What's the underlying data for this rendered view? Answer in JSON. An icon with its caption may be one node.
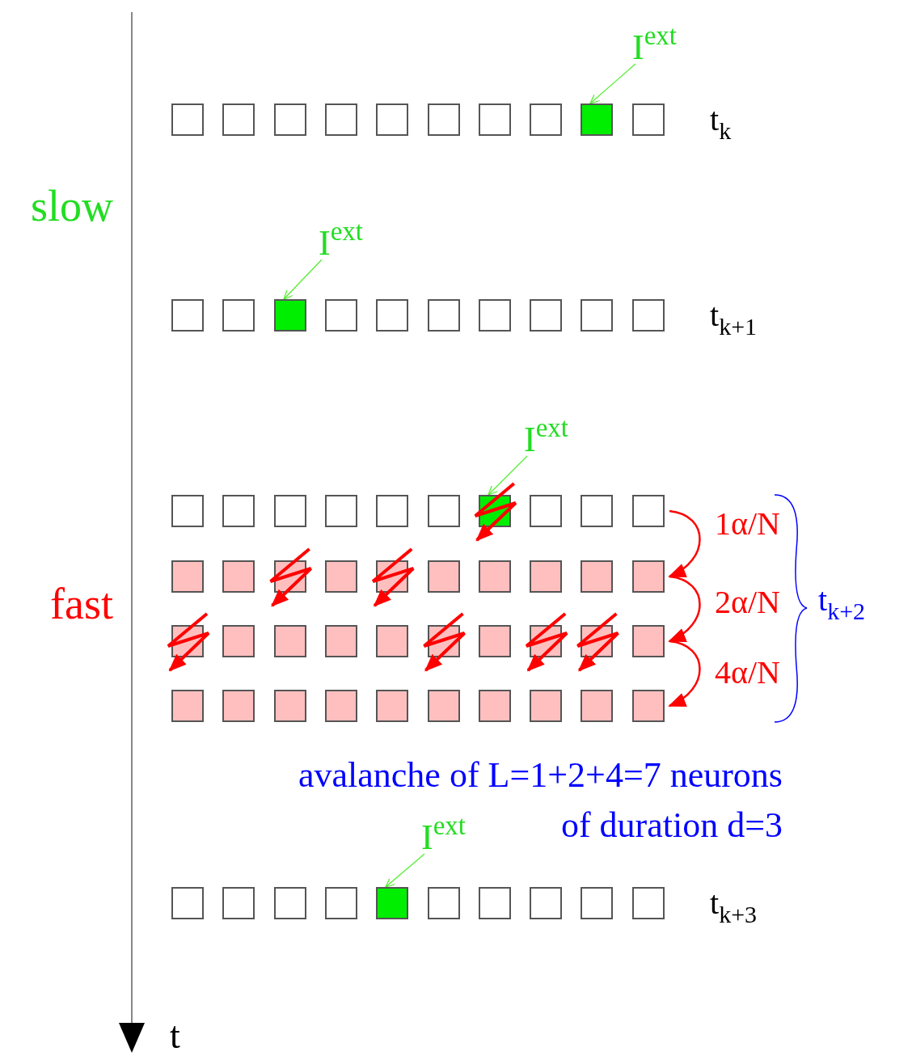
{
  "diagram": {
    "nodes": [
      {
        "text": [
          "I$^{ext}$"
        ]
      },
      {
        "text": [],
        "shape": "box"
      },
      {
        "text": [],
        "shape": "box"
      },
      {
        "text": [],
        "shape": "box"
      },
      {
        "text": [],
        "shape": "box"
      },
      {
        "text": [],
        "shape": "box"
      },
      {
        "text": [],
        "shape": "box"
      },
      {
        "text": [],
        "shape": "box"
      },
      {
        "text": [],
        "shape": "box"
      },
      {
        "text": [],
        "shape": "box"
      },
      {
        "text": [],
        "shape": "box"
      },
      {
        "text": [
          "I$^{ext}$"
        ]
      },
      {
        "text": [],
        "shape": "box"
      },
      {
        "text": [],
        "shape": "box"
      },
      {
        "text": [],
        "shape": "box"
      },
      {
        "text": [],
        "shape": "box"
      },
      {
        "text": [],
        "shape": "box"
      },
      {
        "text": [],
        "shape": "box"
      },
      {
        "text": [],
        "shape": "box"
      },
      {
        "text": [],
        "shape": "box"
      },
      {
        "text": [],
        "shape": "box"
      },
      {
        "text": [],
        "shape": "box"
      },
      {
        "text": [
          "I$^{ext}$"
        ]
      },
      {
        "text": [],
        "shape": "box"
      },
      {
        "text": [],
        "shape": "box"
      },
      {
        "text": [],
        "shape": "box"
      },
      {
        "text": [],
        "shape": "box"
      },
      {
        "text": [],
        "shape": "box"
      },
      {
        "text": [],
        "shape": "box"
      },
      {
        "text": [],
        "shape": "box"
      },
      {
        "text": [],
        "shape": "box"
      },
      {
        "text": [],
        "shape": "box"
      },
      {
        "text": [],
        "shape": "box"
      },
      {
        "text": [],
        "shape": "box"
      },
      {
        "text": [],
        "shape": "box"
      },
      {
        "text": [],
        "shape": "box"
      },
      {
        "text": [],
        "shape": "box"
      },
      {
        "text": [],
        "shape": "box"
      },
      {
        "text": [],
        "shape": "box"
      },
      {
        "text": [],
        "shape": "box"
      },
      {
        "text": [],
        "shape": "box"
      },
      {
        "text": [],
        "shape": "box"
      },
      {
        "text": [],
        "shape": "box"
      },
      {
        "text": [],
        "shape": "box"
      },
      {
        "text": [],
        "shape": "box"
      },
      {
        "text": [],
        "shape": "box"
      },
      {
        "text": [],
        "shape": "box"
      },
      {
        "text": [],
        "shape": "box"
      },
      {
        "text": [],
        "shape": "box"
      },
      {
        "text": [],
        "shape": "box"
      },
      {
        "text": [],
        "shape": "box"
      },
      {
        "text": [],
        "shape": "box"
      },
      {
        "text": [],
        "shape": "box"
      },
      {
        "text": [],
        "shape": "box"
      },
      {
        "text": [],
        "shape": "box"
      },
      {
        "text": [],
        "shape": "box"
      },
      {
        "text": [],
        "shape": "box"
      },
      {
        "text": [],
        "shape": "box"
      },
      {
        "text": [],
        "shape": "box"
      },
      {
        "text": [],
        "shape": "box"
      },
      {
        "text": [],
        "shape": "box"
      },
      {
        "text": [],
        "shape": "box"
      },
      {
        "text": [],
        "shape": "box"
      },
      {
        "text": [
          "I$^{ext}$"
        ]
      },
      {
        "text": [],
        "shape": "box"
      },
      {
        "text": [],
        "shape": "box"
      },
      {
        "text": [],
        "shape": "box"
      },
      {
        "text": [],
        "shape": "box"
      },
      {
        "text": [],
        "shape": "box"
      },
      {
        "text": [],
        "shape": "box"
      },
      {
        "text": [],
        "shape": "box"
      },
      {
        "text": [],
        "shape": "box"
      },
      {
        "text": [],
        "shape": "box"
      },
      {
        "text": [],
        "shape": "box"
      }
    ],
    "edges": [
      {
        "from": 0,
        "to": 9,
        "arrow": "to"
      },
      {
        "from": 11,
        "to": 14,
        "arrow": "to"
      },
      {
        "from": 22,
        "to": 29,
        "arrow": "to"
      },
      {
        "from": 32,
        "to": 42,
        "arrow": "to",
        "label": "1α/N",
        "color": "#ff0000"
      },
      {
        "from": 42,
        "to": 52,
        "arrow": "to",
        "label": "2α/N",
        "color": "#ff0000"
      },
      {
        "from": 52,
        "to": 62,
        "arrow": "to",
        "label": "4α/N",
        "color": "#ff0000"
      },
      {
        "from": 63,
        "to": 68,
        "arrow": "to"
      }
    ],
    "labels": [
      "t$_{k}$",
      "slow",
      "t$_{k+1}$",
      "fast",
      "t$_{k+2}$",
      "avalanche of L=1+2+4=7 neurons of duration d=3",
      "t$_{k+3}$",
      "t"
    ]
  }
}
